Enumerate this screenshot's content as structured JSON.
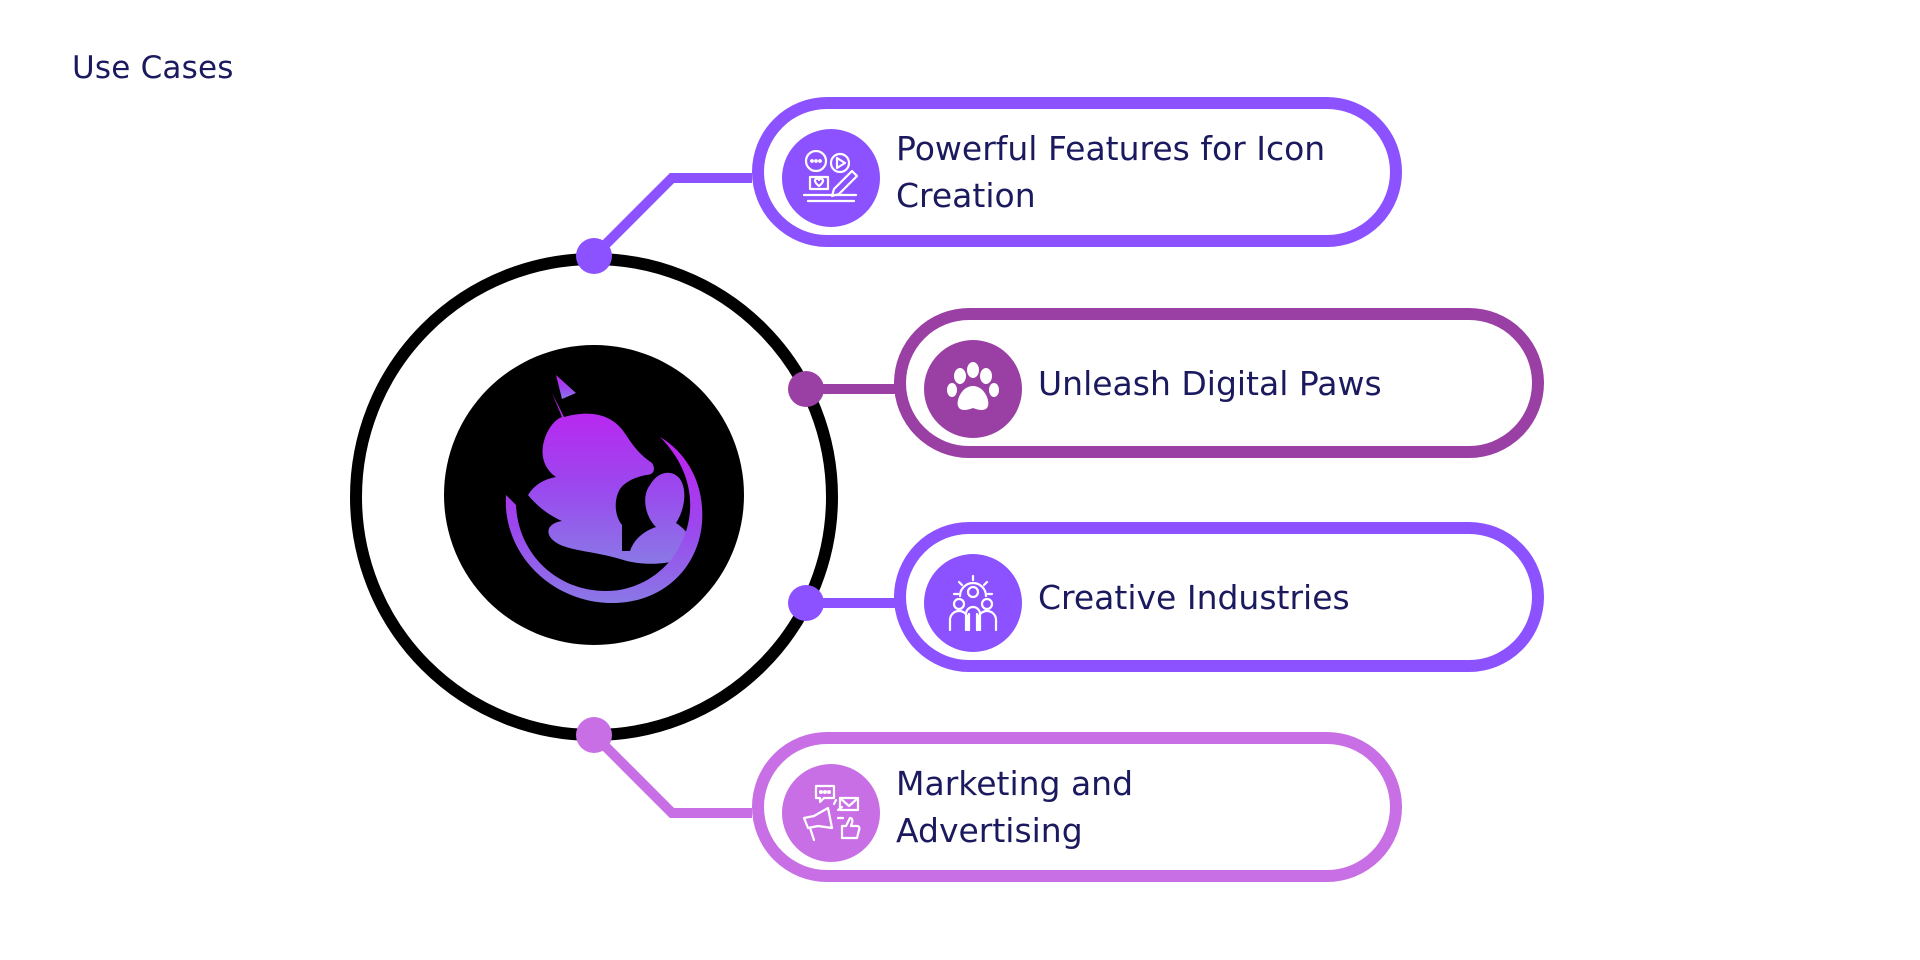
{
  "title": "Use Cases",
  "colors": {
    "text": "#1c1a5e",
    "violet": "#8c52ff",
    "plum": "#9a3fa3",
    "orchid": "#c86fe6",
    "ring": "#000000"
  },
  "hub": {
    "icon": "cat-dog-logo-icon"
  },
  "use_cases": [
    {
      "label": "Powerful Features for Icon Creation",
      "icon": "icon-design-tools-icon",
      "color": "#8c52ff"
    },
    {
      "label": "Unleash Digital Paws",
      "icon": "paw-print-icon",
      "color": "#9a3fa3"
    },
    {
      "label": "Creative Industries",
      "icon": "creative-team-gear-icon",
      "color": "#8c52ff"
    },
    {
      "label": "Marketing and Advertising",
      "icon": "megaphone-marketing-icon",
      "color": "#c86fe6"
    }
  ]
}
